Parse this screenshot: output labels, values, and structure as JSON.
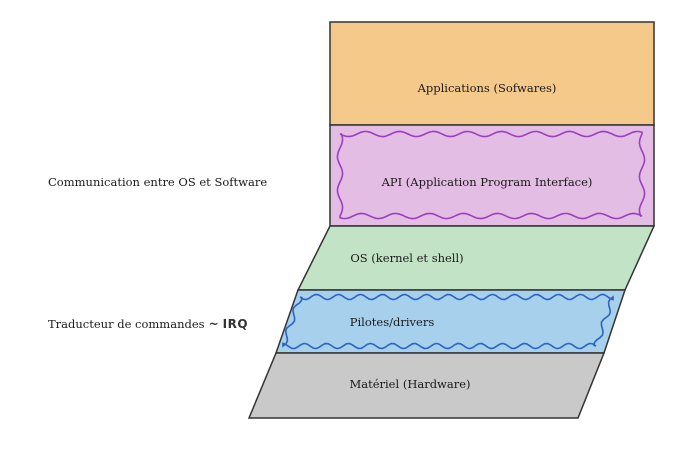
{
  "layers": {
    "applications": {
      "label": "Applications (Sofwares)",
      "color": "#f5c98a"
    },
    "api": {
      "label": "API (Application Program Interface)",
      "color": "#e3bde3",
      "outline": "#9b3fc2"
    },
    "os": {
      "label": "OS (kernel et shell)",
      "color": "#c3e3c7"
    },
    "drivers": {
      "label": "Pilotes/drivers",
      "color": "#a7d0ec",
      "outline": "#2a64c4"
    },
    "hardware": {
      "label": "Matériel (Hardware)",
      "color": "#c9c9c9"
    }
  },
  "notes": {
    "communication": "Communication entre OS et Software",
    "traducteur": "Traducteur de commandes",
    "tilde": "~",
    "irq": "IRQ"
  }
}
